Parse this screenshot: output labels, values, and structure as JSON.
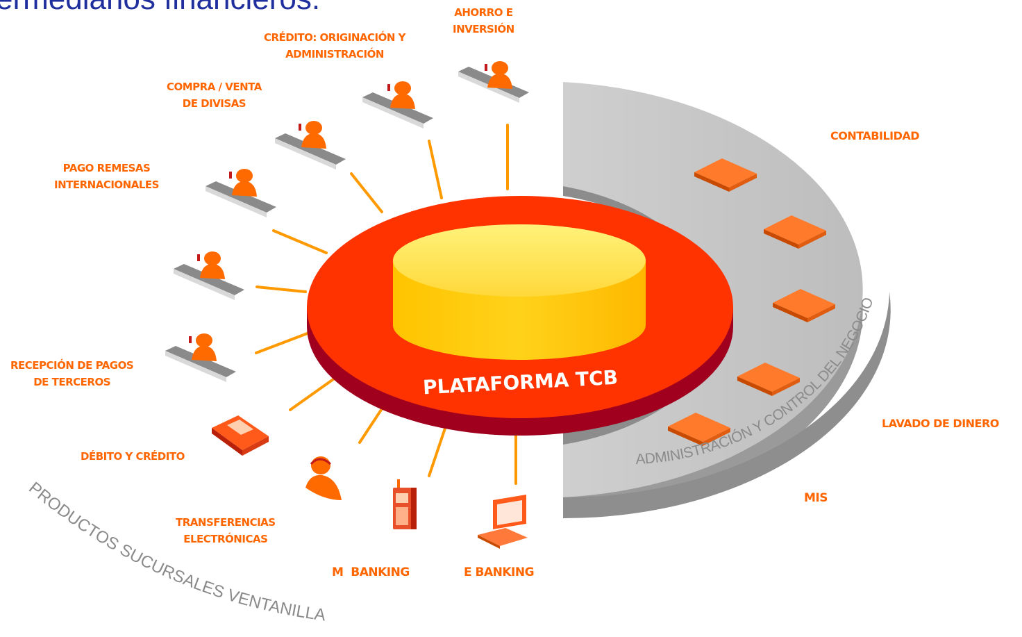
{
  "title": "ermediarios financieros.",
  "center_label": "PLATAFORMA TCB",
  "admin_arc_label": "ADMINISTRACIÓN Y CONTROL DEL NEGOCIO",
  "products_arc_label": "PRODUCTOS SUCURSALES VENTANILLA",
  "products": {
    "ahorro": [
      "AHORRO E",
      "INVERSIÓN"
    ],
    "credito": [
      "CRÉDITO: ORIGINACIÓN Y",
      "ADMINISTRACIÓN"
    ],
    "divisas": [
      "COMPRA / VENTA",
      "DE DIVISAS"
    ],
    "remesas": [
      "PAGO REMESAS",
      "INTERNACIONALES"
    ],
    "terceros": [
      "RECEPCIÓN DE PAGOS",
      "DE TERCEROS"
    ],
    "debito": "DÉBITO Y CRÉDITO",
    "transferencias": [
      "TRANSFERENCIAS",
      "ELECTRÓNICAS"
    ],
    "mbanking": "M  BANKING",
    "ebanking": "E BANKING"
  },
  "admin_items": {
    "contabilidad": "CONTABILIDAD",
    "lavado": "LAVADO DE DINERO",
    "mis": "MIS"
  },
  "colors": {
    "orange": "#ff6600",
    "red_disk": "#ff3300",
    "dark_red": "#a0001e",
    "yellow": "#ffcc00",
    "gray": "#c8c8c8",
    "title_blue": "#1f2f9e"
  },
  "icons": [
    "person-at-desk-icon",
    "card-terminal-icon",
    "headset-person-icon",
    "mobile-phone-icon",
    "computer-icon",
    "module-block-icon"
  ]
}
